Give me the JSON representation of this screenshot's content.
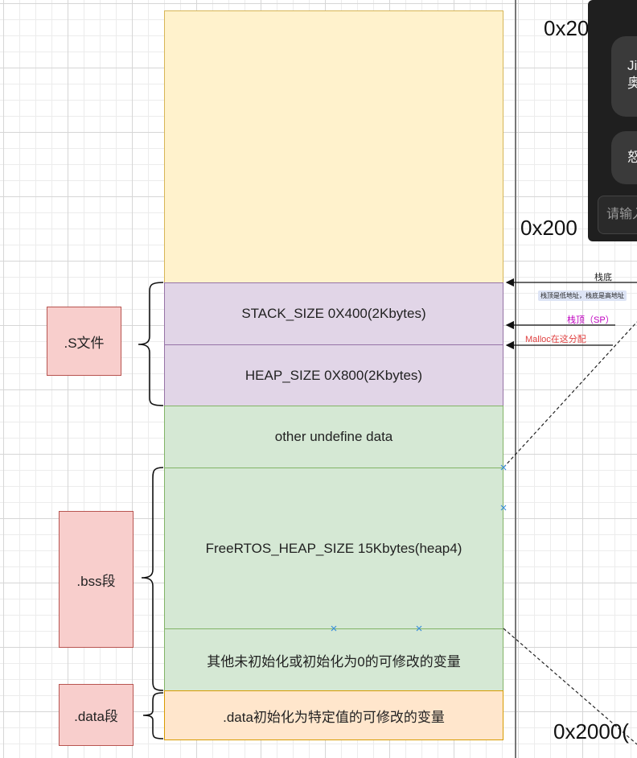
{
  "memory_blocks": {
    "top_block": "",
    "stack": "STACK_SIZE 0X400(2Kbytes)",
    "heap": "HEAP_SIZE 0X800(2Kbytes)",
    "other": "other undefine data",
    "freertos_heap": "FreeRTOS_HEAP_SIZE 15Kbytes(heap4)",
    "bss_other": "其他未初始化或初始化为0的可修改的变量",
    "data": ".data初始化为特定值的可修改的变量"
  },
  "section_labels": {
    "s_file": ".S文件",
    "bss": ".bss段",
    "data": ".data段"
  },
  "addresses": {
    "top": "0x20",
    "middle": "0x200",
    "bottom": "0x2000("
  },
  "annotations": {
    "stack_bottom": "栈底",
    "stack_note": "栈顶是低地址，栈底是高地址",
    "stack_top": "栈顶（SP）",
    "malloc": "Malloc在这分配"
  },
  "colors": {
    "yellow_fill": "#fff2cc",
    "purple_fill": "#e1d5e7",
    "green_fill": "#d5e8d4",
    "orange_fill": "#ffe6cc",
    "red_fill": "#f8cecc",
    "stack_top_text": "#c000c0",
    "malloc_text": "#e04040",
    "chat_panel": "#1f1f1f"
  },
  "chat_panel": {
    "bubble1_line1": "Ji",
    "bubble1_line2": "奥",
    "bubble2": "怒",
    "input_placeholder": "请输入"
  }
}
